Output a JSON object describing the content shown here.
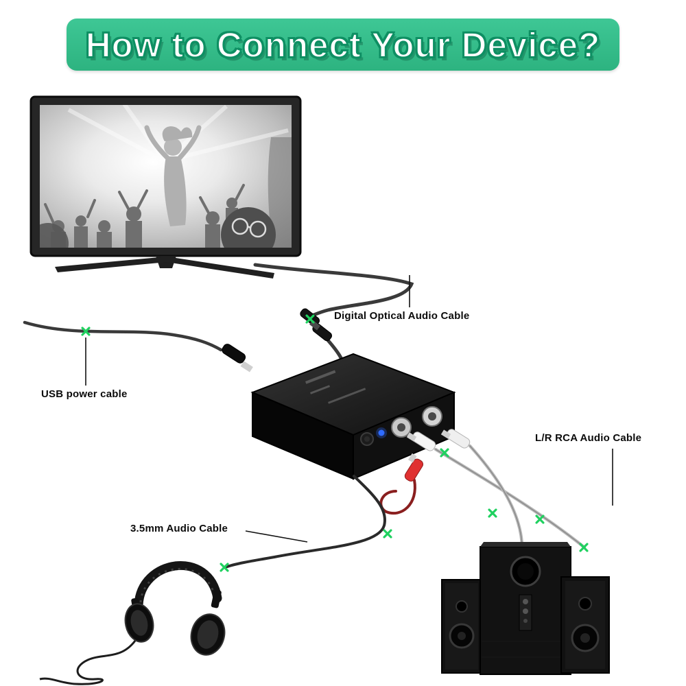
{
  "banner": {
    "title": "How to Connect Your Device?",
    "background_color": "#2fbe8a",
    "text_color": "#ffffff",
    "outline_color": "#0e8f63"
  },
  "labels": {
    "optical_cable": "Digital Optical Audio Cable",
    "usb_cable": "USB power cable",
    "rca_cable": "L/R RCA Audio Cable",
    "aux_cable": "3.5mm Audio Cable"
  },
  "illustrations": {
    "tv": "television-showing-concert-scene",
    "converter": "black-audio-converter-box",
    "headphones": "wired-over-ear-headphones",
    "speakers": "2.1-subwoofer-speaker-system"
  },
  "accent_colors": {
    "cable_highlight_green": "#1fd15f",
    "power_led_blue": "#2f6bff",
    "rca_plug_red": "#e03131",
    "rca_plug_white": "#f5f5f5"
  }
}
